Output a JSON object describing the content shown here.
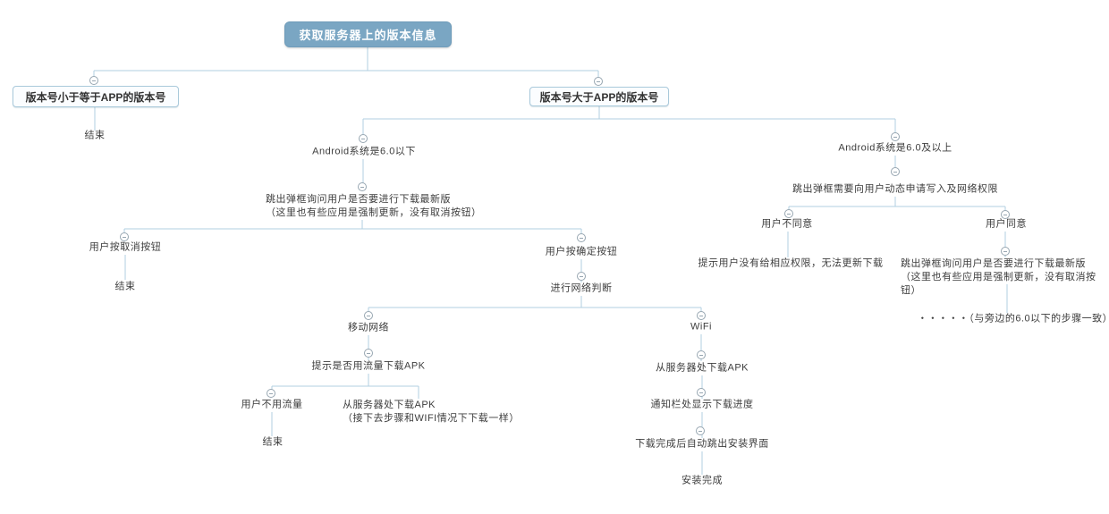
{
  "diagram": {
    "type": "mindmap-flowchart",
    "colors": {
      "root_bg": "#7aa6c3",
      "root_border": "#6f9cba",
      "branch_box_bg": "#fbfdff",
      "branch_box_border": "#a9c9db",
      "connector_line": "#b2cfe0",
      "text": "#3d3d3d"
    },
    "icons": {
      "collapse": "minus-circle"
    }
  },
  "nodes": {
    "root": {
      "label": "获取服务器上的版本信息"
    },
    "version_le": {
      "label": "版本号小于等于APP的版本号"
    },
    "version_gt": {
      "label": "版本号大于APP的版本号"
    },
    "end_version_le": {
      "label": "结束"
    },
    "android_below_6": {
      "label": "Android系统是6.0以下"
    },
    "android_6_plus": {
      "label": "Android系统是6.0及以上"
    },
    "popup_download_below6": {
      "label": "跳出弹框询问用户是否要进行下载最新版\n（这里也有些应用是强制更新，没有取消按钮）"
    },
    "request_permissions": {
      "label": "跳出弹框需要向用户动态申请写入及网络权限"
    },
    "user_cancel": {
      "label": "用户按取消按钮"
    },
    "end_cancel": {
      "label": "结束"
    },
    "user_confirm": {
      "label": "用户按确定按钮"
    },
    "network_check": {
      "label": "进行网络判断"
    },
    "mobile_network": {
      "label": "移动网络"
    },
    "wifi": {
      "label": "WiFi"
    },
    "user_disagree": {
      "label": "用户不同意"
    },
    "user_agree": {
      "label": "用户同意"
    },
    "data_usage_prompt": {
      "label": "提示是否用流量下载APK"
    },
    "no_permission_msg": {
      "label": "提示用户没有给相应权限，无法更新下载"
    },
    "popup_download_6plus": {
      "label": "跳出弹框询问用户是否要进行下载最新版\n（这里也有些应用是强制更新，没有取消按钮）"
    },
    "user_no_data": {
      "label": "用户不用流量"
    },
    "download_apk_mobile": {
      "label": "从服务器处下载APK\n（接下去步骤和WIFI情况下下载一样）"
    },
    "end_no_data": {
      "label": "结束"
    },
    "download_apk_wifi": {
      "label": "从服务器处下载APK"
    },
    "notification_progress": {
      "label": "通知栏处显示下载进度"
    },
    "auto_install_screen": {
      "label": "下载完成后自动跳出安装界面"
    },
    "install_done": {
      "label": "安装完成"
    },
    "same_steps_note": {
      "label": "・・・・・（与旁边的6.0以下的步骤一致）"
    }
  }
}
